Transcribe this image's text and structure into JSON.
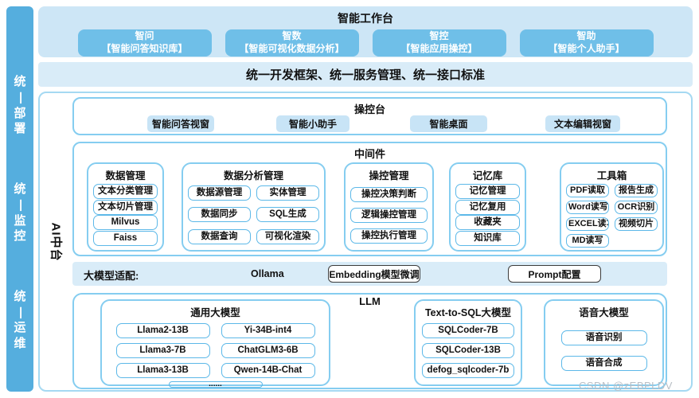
{
  "sidebar": {
    "items": [
      "统一部署",
      "统一监控",
      "统一运维"
    ]
  },
  "workbench": {
    "title": "智能工作台",
    "apps": [
      {
        "name": "智问",
        "desc": "【智能问答知识库】"
      },
      {
        "name": "智数",
        "desc": "【智能可视化数据分析】"
      },
      {
        "name": "智控",
        "desc": "【智能应用操控】"
      },
      {
        "name": "智助",
        "desc": "【智能个人助手】"
      }
    ]
  },
  "unified_band": "统一开发框架、统一服务管理、统一接口标准",
  "platform_label": "AI中台",
  "console": {
    "title": "操控台",
    "buttons": [
      "智能问答视窗",
      "智能小助手",
      "智能桌面",
      "文本编辑视窗"
    ]
  },
  "middleware": {
    "title": "中间件",
    "groups": [
      {
        "title": "数据管理",
        "items": [
          "文本分类管理",
          "文本切片管理",
          "Milvus",
          "Faiss"
        ]
      },
      {
        "title": "数据分析管理",
        "items": [
          "数据源管理",
          "实体管理",
          "数据同步",
          "SQL生成",
          "数据查询",
          "可视化渲染"
        ]
      },
      {
        "title": "操控管理",
        "items": [
          "操控决策判断",
          "逻辑操控管理",
          "操控执行管理"
        ]
      },
      {
        "title": "记忆库",
        "items": [
          "记忆管理",
          "记忆复用",
          "收藏夹",
          "知识库"
        ]
      },
      {
        "title": "工具箱",
        "items": [
          "PDF读取",
          "报告生成",
          "Word读写",
          "OCR识别",
          "EXCEL读写",
          "视频切片",
          "MD读写"
        ]
      }
    ]
  },
  "adapter": {
    "label": "大模型适配:",
    "plain_item": "Ollama",
    "boxed_items": [
      "Embedding模型微调",
      "Prompt配置"
    ]
  },
  "llm": {
    "title": "LLM",
    "groups": [
      {
        "title": "通用大模型",
        "items": [
          "Llama2-13B",
          "Yi-34B-int4",
          "Llama3-7B",
          "ChatGLM3-6B",
          "Llama3-13B",
          "Qwen-14B-Chat"
        ],
        "more": "......"
      },
      {
        "title": "Text-to-SQL大模型",
        "items": [
          "SQLCoder-7B",
          "SQLCoder-13B",
          "defog_sqlcoder-7b"
        ]
      },
      {
        "title": "语音大模型",
        "items": [
          "语音识别",
          "语音合成"
        ]
      }
    ]
  },
  "watermark": "CSDN @zEBPLDV",
  "colors": {
    "sidebar_blue": "#55aede",
    "panel_bg": "#cde6f6",
    "app_box_blue": "#6fbfe8",
    "band_bg": "#d9ecf8",
    "border_blue": "#85cdf0",
    "item_border_blue": "#5cb8e8",
    "button_bg": "#c8e4f6",
    "text_dark": "#111111",
    "watermark_gray": "#b9bfc6"
  }
}
